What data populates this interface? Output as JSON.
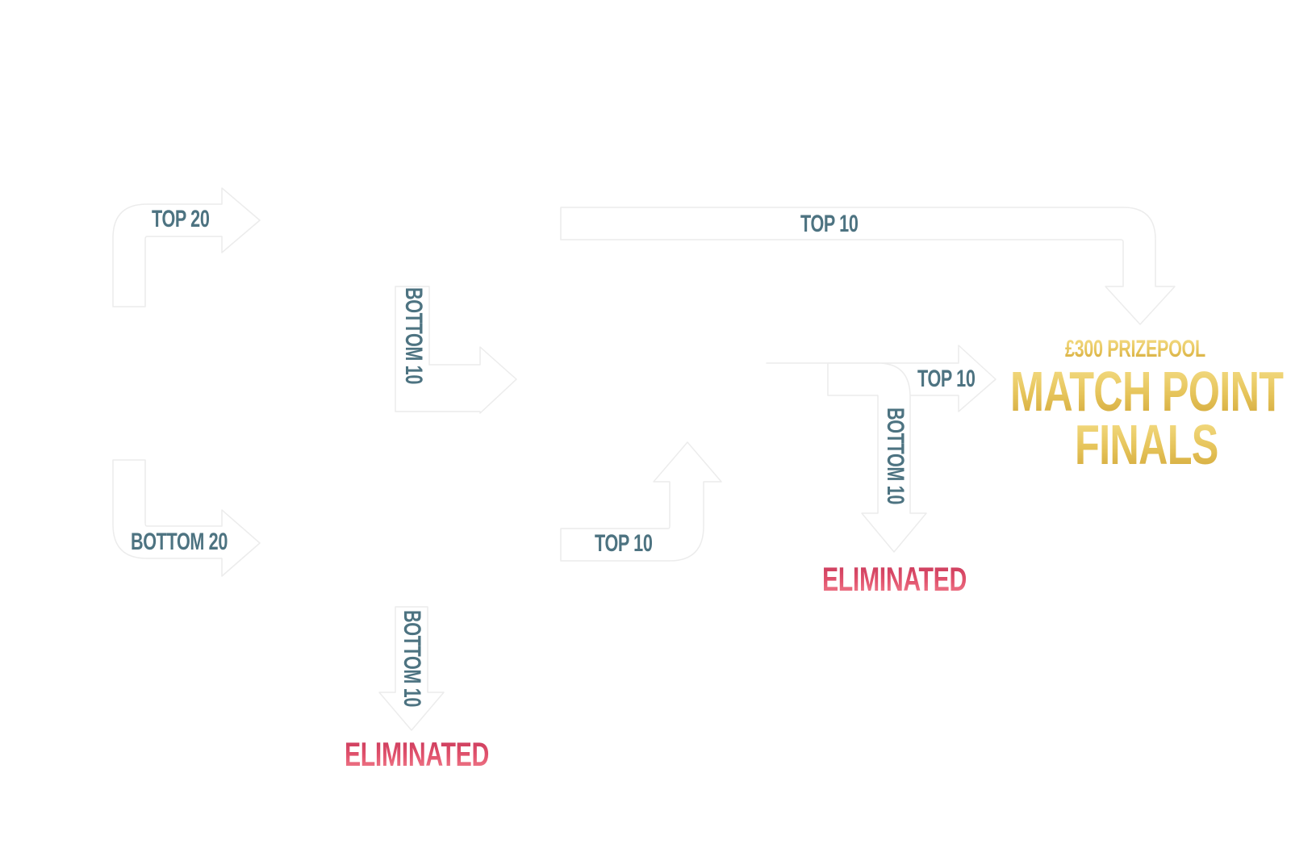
{
  "diagram": {
    "flows": {
      "top_20": "TOP 20",
      "bottom_20": "BOTTOM 20",
      "bottom_10_stage1_upper": "BOTTOM 10",
      "bottom_10_stage1_lower": "BOTTOM 10",
      "top_10_long": "TOP 10",
      "top_10_lower": "TOP 10",
      "top_10_stage2": "TOP 10",
      "bottom_10_stage2": "BOTTOM 10"
    },
    "outcomes": {
      "eliminated_stage1": "ELIMINATED",
      "eliminated_stage2": "ELIMINATED"
    },
    "finals": {
      "prizepool": "£300 PRIZEPOOL",
      "title_line1": "MATCH POINT",
      "title_line2": "FINALS"
    },
    "colors": {
      "label_text": "#4d7381",
      "eliminated_gradient": [
        "#c9385a",
        "#f07f8e"
      ],
      "finals_gradient": [
        "#f4dd87",
        "#d3a93c"
      ],
      "arrow_fill": "#ffffff",
      "arrow_outline": "#ececec"
    }
  }
}
